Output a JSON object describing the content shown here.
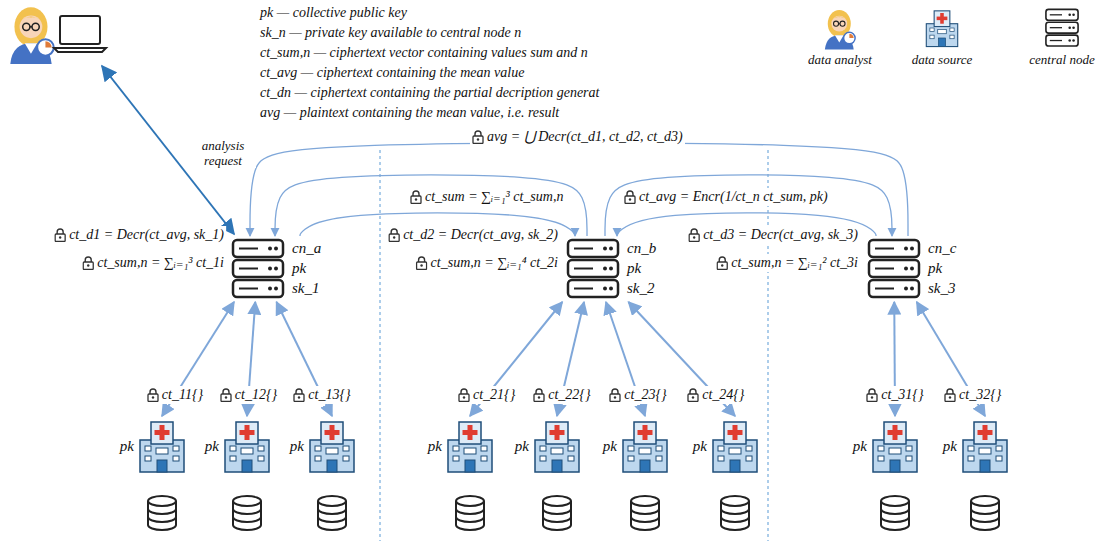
{
  "diagram": {
    "nodes": [
      {
        "text": [
          "cn_a",
          "pk",
          "sk_1"
        ]
      },
      {
        "text": [
          "cn_b",
          "pk",
          "sk_2"
        ]
      },
      {
        "text": [
          "cn_c",
          "pk",
          "sk_3"
        ]
      },
      {
        "text": [
          "pk"
        ]
      },
      {
        "text": [
          "pk"
        ]
      },
      {
        "text": [
          "pk"
        ]
      },
      {
        "text": [
          "pk"
        ]
      },
      {
        "text": [
          "pk"
        ]
      },
      {
        "text": [
          "pk"
        ]
      },
      {
        "text": [
          "pk"
        ]
      },
      {
        "text": [
          "pk"
        ]
      },
      {
        "text": [
          "pk"
        ]
      }
    ],
    "edges": [
      {
        "from": 0,
        "to": 3,
        "arrow": "both",
        "label": "ct_11{}"
      },
      {
        "from": 0,
        "to": 4,
        "arrow": "both",
        "label": "ct_12{}"
      },
      {
        "from": 0,
        "to": 5,
        "arrow": "both",
        "label": "ct_13{}"
      },
      {
        "from": 1,
        "to": 6,
        "arrow": "both",
        "label": "ct_21{}"
      },
      {
        "from": 1,
        "to": 7,
        "arrow": "both",
        "label": "ct_22{}"
      },
      {
        "from": 1,
        "to": 8,
        "arrow": "both",
        "label": "ct_23{}"
      },
      {
        "from": 1,
        "to": 9,
        "arrow": "both",
        "label": "ct_24{}"
      },
      {
        "from": 2,
        "to": 10,
        "arrow": "both",
        "label": "ct_31{}"
      },
      {
        "from": 2,
        "to": 11,
        "arrow": "both",
        "label": "ct_32{}"
      },
      {
        "from": 0,
        "to": 1,
        "arrow": "to"
      },
      {
        "from": 2,
        "to": 1,
        "arrow": "to"
      },
      {
        "from": 1,
        "to": 0,
        "arrow": "to"
      },
      {
        "from": 1,
        "to": 2,
        "arrow": "to"
      },
      {
        "from": 2,
        "to": 0,
        "arrow": "to"
      }
    ],
    "labels": [
      "pk — collective public key",
      "sk_n — private key available to central node n",
      "ct_sum,n — ciphertext vector containing values sum and n",
      "ct_avg — ciphertext containing the mean value",
      "ct_dn — ciphertext containing the partial decription generat",
      "avg — plaintext containing the mean value, i.e. result",
      "analysis request",
      "avg = ⋃ Decr(ct_d1, ct_d2, ct_d3)",
      "ct_sum = ∑ᵢ₌₁³ ct_sum,n",
      "ct_avg = Encr(1/ct_n ct_sum, pk)",
      "ct_d1 = Decr(ct_avg, sk_1)",
      "ct_sum,n = ∑ᵢ₌₁³ ct_1i",
      "ct_d2 = Decr(ct_avg, sk_2)",
      "ct_sum,n = ∑ᵢ₌₁⁴ ct_2i",
      "ct_d3 = Decr(ct_avg, sk_3)",
      "ct_sum,n = ∑ᵢ₌₁² ct_3i"
    ],
    "legend": [
      {
        "text": "data analyst"
      },
      {
        "text": "data source"
      },
      {
        "text": "central node"
      }
    ]
  }
}
